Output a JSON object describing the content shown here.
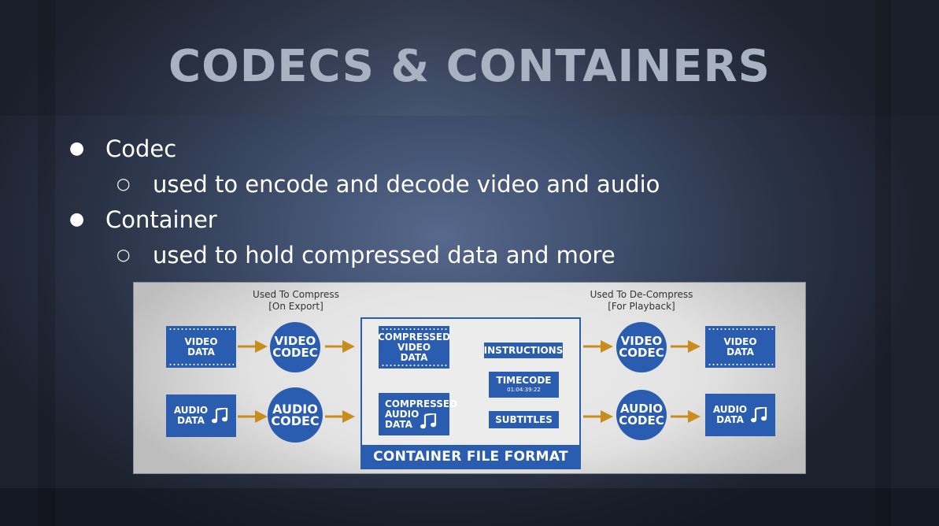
{
  "slide": {
    "title": "CODECS & CONTAINERS",
    "bullets": [
      {
        "label": "Codec",
        "sub": "used to encode and decode video and audio"
      },
      {
        "label": "Container",
        "sub": "used to hold compressed data and more"
      }
    ],
    "bullet_marks": {
      "level1": "●",
      "level2": "○"
    }
  },
  "diagram": {
    "captions": {
      "compress_line1": "Used To Compress",
      "compress_line2": "[On Export]",
      "decompress_line1": "Used To De-Compress",
      "decompress_line2": "[For Playback]"
    },
    "input": {
      "video_data": [
        "VIDEO",
        "DATA"
      ],
      "audio_data": [
        "AUDIO",
        "DATA"
      ]
    },
    "encoders": {
      "video_codec": [
        "VIDEO",
        "CODEC"
      ],
      "audio_codec": [
        "AUDIO",
        "CODEC"
      ]
    },
    "container": {
      "label": "CONTAINER FILE FORMAT",
      "compressed_video": [
        "COMPRESSED",
        "VIDEO",
        "DATA"
      ],
      "compressed_audio": [
        "COMPRESSED",
        "AUDIO",
        "DATA"
      ],
      "instructions": "INSTRUCTIONS",
      "timecode": "TIMECODE",
      "timecode_value": "01:04:39:22",
      "subtitles": "SUBTITLES"
    },
    "decoders": {
      "video_codec": [
        "VIDEO",
        "CODEC"
      ],
      "audio_codec": [
        "AUDIO",
        "CODEC"
      ]
    },
    "output": {
      "video_data": [
        "VIDEO",
        "DATA"
      ],
      "audio_data": [
        "AUDIO",
        "DATA"
      ]
    },
    "icons": {
      "music": "music-note-icon",
      "arrow": "right-arrow-icon"
    },
    "colors": {
      "box_blue": "#2a5db0",
      "arrow_gold": "#c98d1e",
      "panel_bg": "#e4e4e4"
    }
  }
}
